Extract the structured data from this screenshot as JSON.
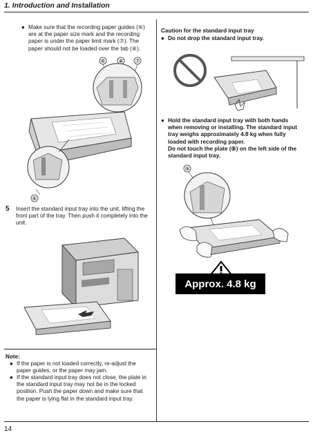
{
  "header": {
    "title": "1. Introduction and Installation"
  },
  "left": {
    "bullet1": [
      "Make sure that the recording paper guides (⑥)",
      "are at the paper size mark and the recording",
      "paper is under the paper limit mark (⑦). The",
      "paper should not be loaded over the tab (⑧)."
    ],
    "fig_labels": {
      "six": "⑥",
      "eight": "⑧",
      "seven": "⑦",
      "six_bottom": "⑥"
    },
    "step_number": "5",
    "step_text": [
      "Insert the standard input tray into the unit, lifting the",
      "front part of the tray. Then push it completely into the",
      "unit."
    ],
    "note_title": "Note:",
    "note_items": [
      [
        "If the paper is not loaded correctly, re-adjust the",
        "paper guides, or the paper may jam."
      ],
      [
        "If the standard input tray does not close, the plate in",
        "the standard input tray may not be in the locked",
        "position. Push the paper down and make sure that",
        "the paper is lying flat in the standard input tray."
      ]
    ]
  },
  "right": {
    "caution_title": "Caution for the standard input tray",
    "caution_item": "Do not drop the standard input tray.",
    "hold_text": [
      "Hold the standard input tray with both hands",
      "when removing or installing. The standard input",
      "tray weighs approximately 4.8 kg when fully",
      "loaded with recording paper.",
      "Do not touch the plate (⑨) on the left side of the",
      "standard input tray."
    ],
    "fig_label_nine": "⑨",
    "weight_badge": "Approx. 4.8 kg"
  },
  "page_number": "14"
}
